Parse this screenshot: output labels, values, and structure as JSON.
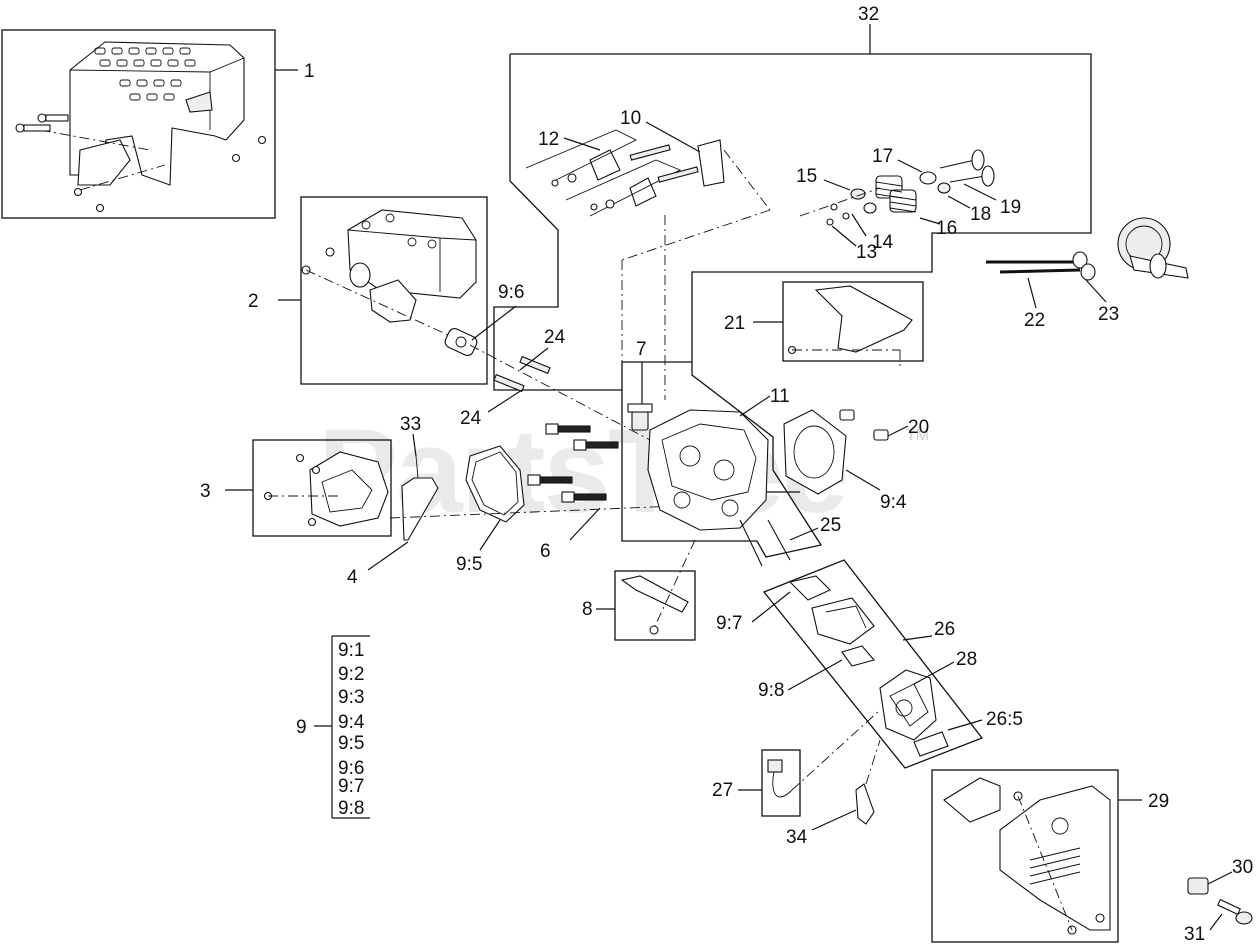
{
  "watermark": {
    "text": "PartsTree",
    "trademark": "TM"
  },
  "callouts": {
    "c1": "1",
    "c2": "2",
    "c3": "3",
    "c4": "4",
    "c6": "6",
    "c7": "7",
    "c8": "8",
    "c9": "9",
    "c10": "10",
    "c11": "11",
    "c12": "12",
    "c13": "13",
    "c14": "14",
    "c15": "15",
    "c16": "16",
    "c17": "17",
    "c18": "18",
    "c19": "19",
    "c20": "20",
    "c21": "21",
    "c22": "22",
    "c23": "23",
    "c24a": "24",
    "c24b": "24",
    "c25": "25",
    "c26": "26",
    "c26_5": "26:5",
    "c27": "27",
    "c28": "28",
    "c29": "29",
    "c30": "30",
    "c31": "31",
    "c32": "32",
    "c33": "33",
    "c34": "34",
    "c9_4": "9:4",
    "c9_5": "9:5",
    "c9_6": "9:6",
    "c9_7": "9:7",
    "c9_8": "9:8"
  },
  "kit_legend": {
    "items": [
      "9:1",
      "9:2",
      "9:3",
      "9:4",
      "9:5",
      "9:6",
      "9:7",
      "9:8"
    ]
  }
}
